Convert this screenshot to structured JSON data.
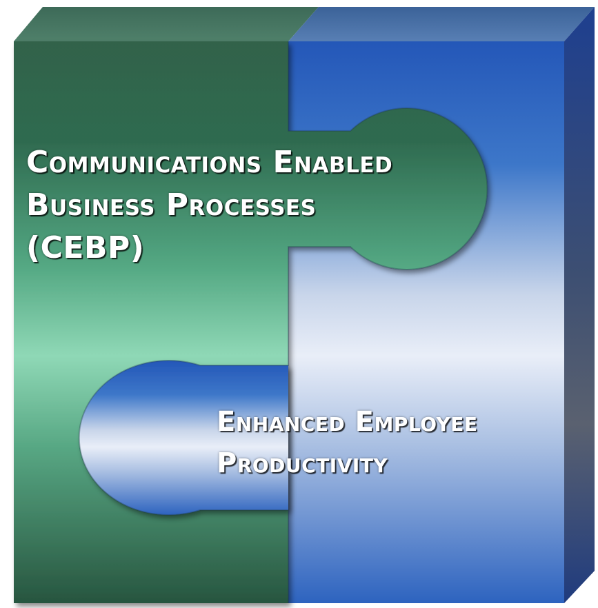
{
  "left_piece": {
    "lines": [
      "Communications Enabled",
      "Business Processes",
      "(CEBP)"
    ],
    "color": "#3f8766"
  },
  "right_piece": {
    "lines": [
      "Enhanced Employee",
      "Productivity"
    ],
    "color": "#2f63b9"
  }
}
